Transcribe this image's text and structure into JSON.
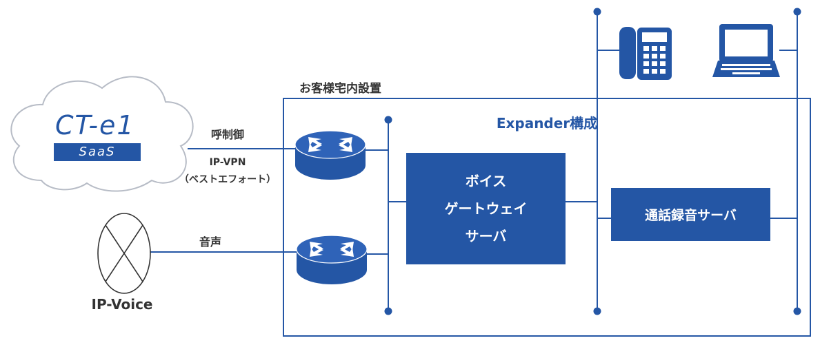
{
  "colors": {
    "primary": "#2456A5",
    "line": "#2456A5",
    "text": "#333333",
    "box_text": "#ffffff",
    "cloud_outline": "#b7bcc6"
  },
  "saas_logo": {
    "wordmark": "CT-e1",
    "badge": "SaaS"
  },
  "links": {
    "call_control": "呼制御",
    "ip_vpn": "IP-VPN",
    "best_effort": "（ベストエフォート）",
    "voice": "音声"
  },
  "ip_voice": {
    "label": "IP-Voice"
  },
  "premises": {
    "label": "お客様宅内設置",
    "config_title": "Expander構成"
  },
  "voice_gateway": {
    "lines": [
      "ボイス",
      "ゲートウェイ",
      "サーバ"
    ]
  },
  "recording_server": {
    "label": "通話録音サーバ"
  },
  "icons": {
    "router_top": "router-icon",
    "router_bottom": "router-icon",
    "phone": "ip-phone-icon",
    "laptop": "laptop-icon",
    "ip_voice": "ip-voice-circle-icon",
    "cloud": "cloud-icon"
  }
}
